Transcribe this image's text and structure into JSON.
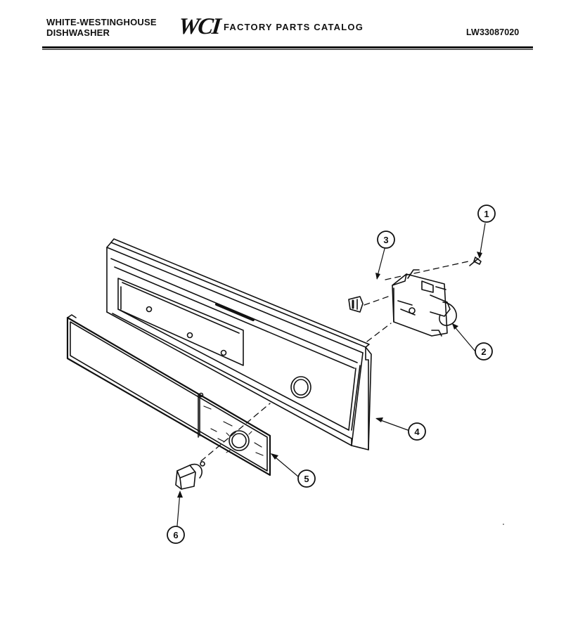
{
  "header": {
    "brand_line_1": "WHITE-WESTINGHOUSE",
    "brand_line_2": "DISHWASHER",
    "logo_text": "WCI",
    "catalog_title": "FACTORY PARTS CATALOG",
    "model_number": "LW33087020"
  },
  "callouts": [
    {
      "number": "1",
      "part": "screw"
    },
    {
      "number": "2",
      "part": "timer"
    },
    {
      "number": "3",
      "part": "switch"
    },
    {
      "number": "4",
      "part": "control-panel-housing"
    },
    {
      "number": "5",
      "part": "control-panel-insert"
    },
    {
      "number": "6",
      "part": "knob"
    }
  ],
  "colors": {
    "ink": "#111111",
    "paper": "#ffffff"
  }
}
